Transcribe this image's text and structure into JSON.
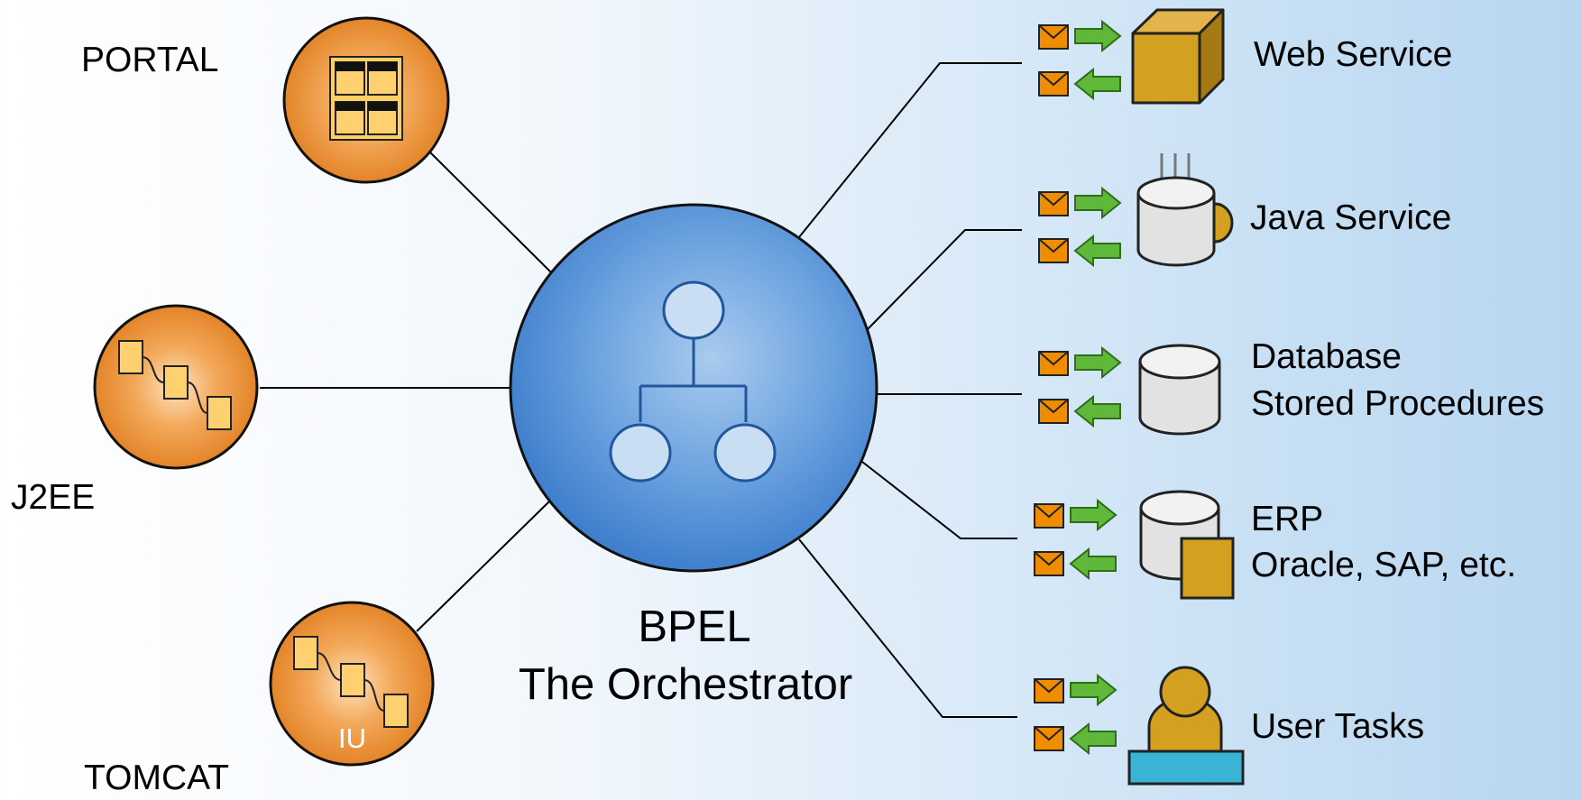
{
  "left_nodes": {
    "portal": {
      "label": "PORTAL"
    },
    "j2ee": {
      "label": "J2EE"
    },
    "tomcat": {
      "label": "TOMCAT",
      "inner_text": "IU"
    }
  },
  "center": {
    "title": "BPEL",
    "subtitle": "The Orchestrator"
  },
  "services": {
    "web_service": {
      "label": "Web Service"
    },
    "java_service": {
      "label": "Java Service"
    },
    "database": {
      "line1": "Database",
      "line2": "Stored Procedures"
    },
    "erp": {
      "line1": "ERP",
      "line2": "Oracle, SAP, etc."
    },
    "user_tasks": {
      "label": "User Tasks"
    }
  },
  "colors": {
    "orange": "#e8882a",
    "hub_blue": "#4f8fd6",
    "arrow_green": "#4faa2e",
    "envelope_orange": "#f08c00",
    "gold": "#d4a020",
    "cyan": "#3ab4d4"
  },
  "icons": [
    "table-grid-icon",
    "workflow-icon",
    "cube-icon",
    "coffee-cup-icon",
    "database-cylinder-icon",
    "erp-database-icon",
    "user-icon",
    "envelope-icon",
    "arrow-right-icon",
    "arrow-left-icon",
    "hierarchy-icon"
  ]
}
